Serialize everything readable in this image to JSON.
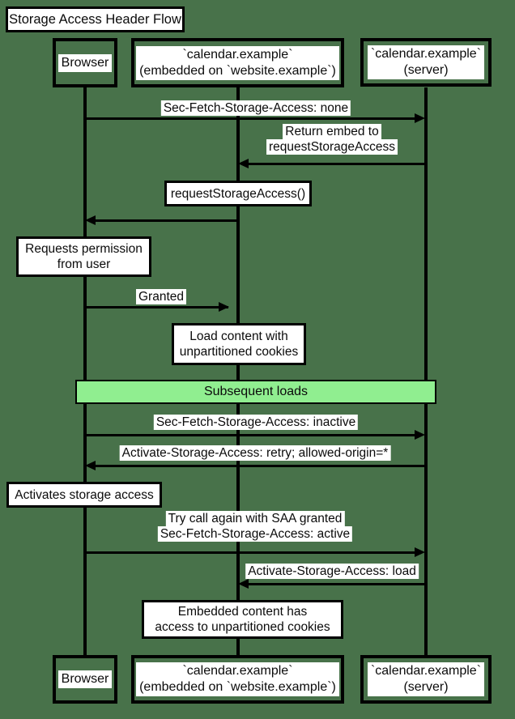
{
  "title": "Storage Access Header Flow",
  "colors": {
    "background": "#48724a",
    "band_fill": "#90ee90",
    "note_fill": "#ffffff",
    "line": "#000000"
  },
  "participants": [
    {
      "id": "browser",
      "lines": [
        "Browser"
      ]
    },
    {
      "id": "embed",
      "lines": [
        "`calendar.example`",
        "(embedded on `website.example`)"
      ]
    },
    {
      "id": "server",
      "lines": [
        "`calendar.example`",
        "(server)"
      ]
    }
  ],
  "messages": [
    {
      "from": "browser",
      "to": "server",
      "lines": [
        "Sec-Fetch-Storage-Access: none"
      ]
    },
    {
      "from": "server",
      "to": "embed",
      "lines": [
        "Return embed to",
        "requestStorageAccess"
      ]
    },
    {
      "from": "embed",
      "to": "browser",
      "lines": []
    },
    {
      "from": "browser",
      "to": "embed",
      "lines": [
        "Granted"
      ]
    },
    {
      "from": "browser",
      "to": "server",
      "lines": [
        "Sec-Fetch-Storage-Access: inactive"
      ]
    },
    {
      "from": "server",
      "to": "browser",
      "lines": [
        "Activate-Storage-Access: retry; allowed-origin=*"
      ]
    },
    {
      "from": "browser",
      "to": "server",
      "lines": [
        "Try call again with SAA granted",
        "Sec-Fetch-Storage-Access: active"
      ]
    },
    {
      "from": "server",
      "to": "embed",
      "lines": [
        "Activate-Storage-Access: load"
      ]
    }
  ],
  "notes": [
    {
      "over": "embed",
      "lines": [
        "requestStorageAccess()"
      ]
    },
    {
      "over": "browser",
      "lines": [
        "Requests permission",
        "from user"
      ]
    },
    {
      "over": "embed",
      "lines": [
        "Load content with",
        "unpartitioned cookies"
      ]
    },
    {
      "over": "browser",
      "lines": [
        "Activates storage access"
      ]
    },
    {
      "over": "embed",
      "lines": [
        "Embedded content has",
        "access to unpartitioned cookies"
      ]
    }
  ],
  "divider": {
    "label": "Subsequent loads"
  }
}
